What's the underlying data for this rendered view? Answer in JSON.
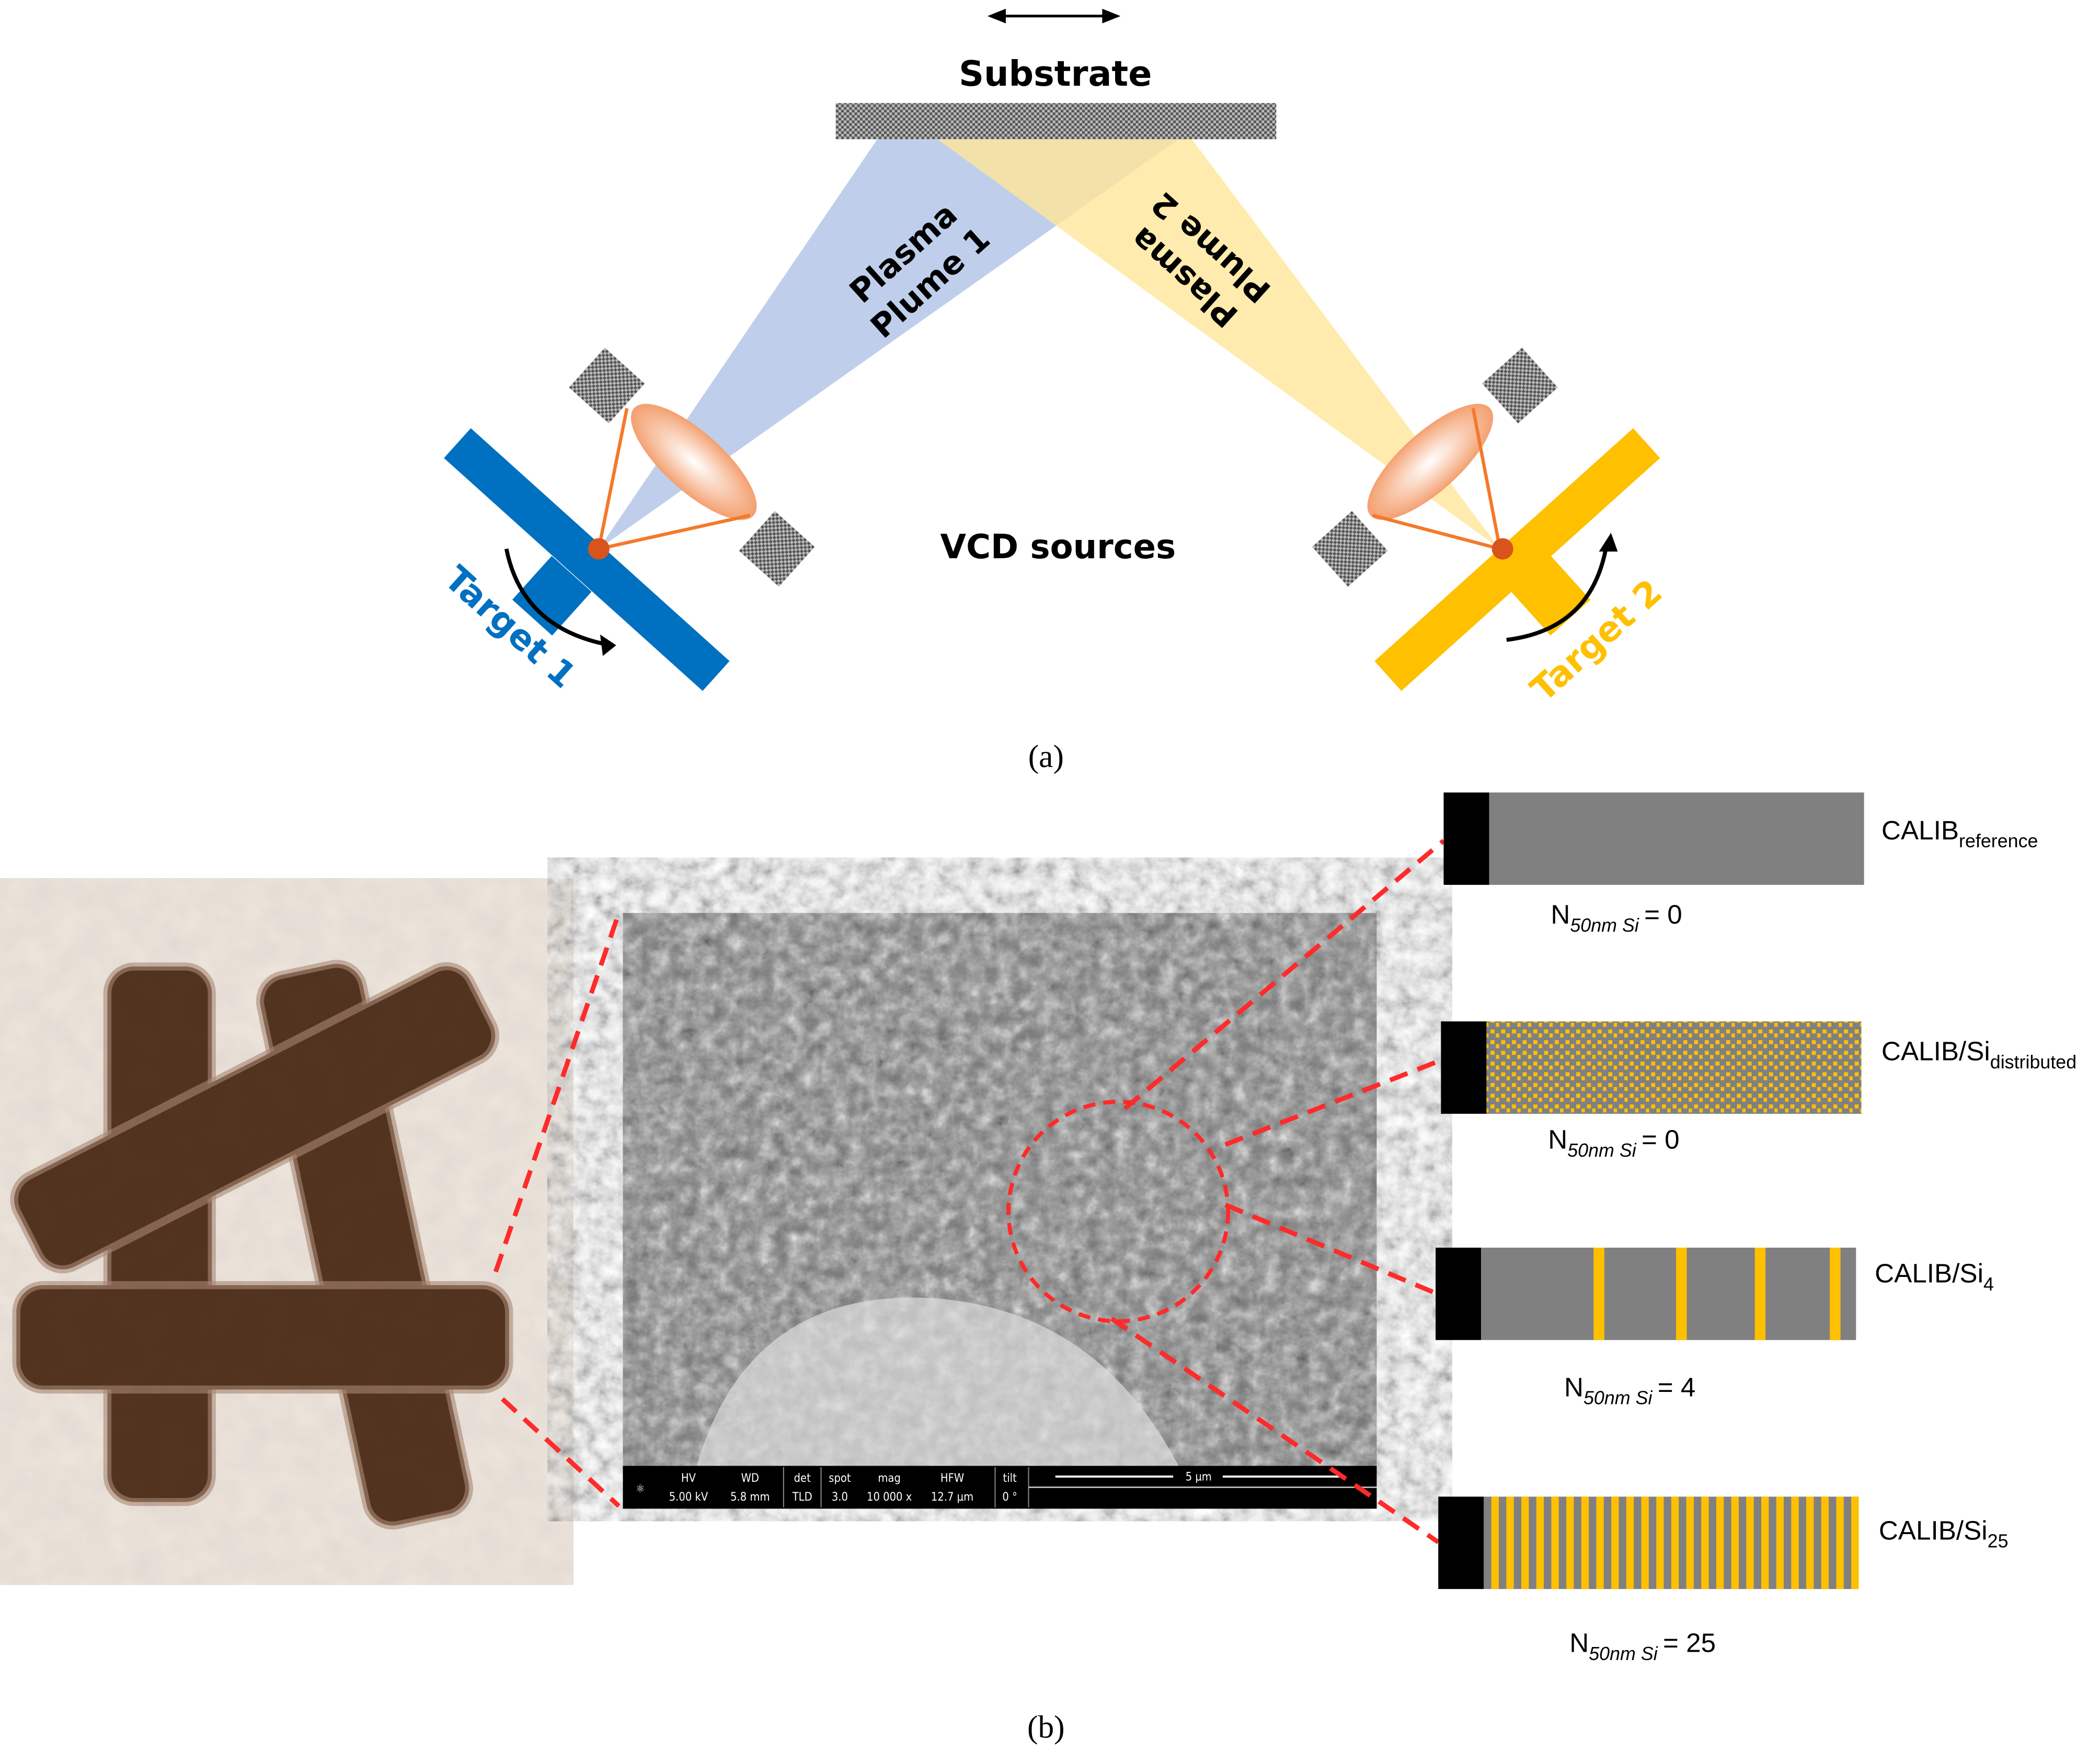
{
  "panel_a": {
    "caption": "(a)",
    "substrate_label": "Substrate",
    "plume1_label": [
      "Plasma",
      "Plume 1"
    ],
    "plume2_label": [
      "Plasma",
      "Plume 2"
    ],
    "sources_label": "VCD sources",
    "target1_label": "Target 1",
    "target2_label": "Target 2",
    "colors": {
      "target1": "#0070c0",
      "target2": "#ffc000",
      "plume1": "#b4c7e7",
      "plume2": "#ffe699",
      "laser": "#f4792a"
    }
  },
  "panel_b": {
    "caption": "(b)",
    "sem_bar": {
      "headers": [
        "HV",
        "WD",
        "det",
        "spot",
        "mag",
        "HFW",
        "tilt"
      ],
      "values": [
        "5.00 kV",
        "5.8 mm",
        "TLD",
        "3.0",
        "10 000 x",
        "12.7 µm",
        "0 °"
      ],
      "scale": "5 µm"
    },
    "samples": [
      {
        "name": "CALIB",
        "sub": "reference",
        "n_label": "N",
        "n_sub": "50nm Si",
        "n_value": "= 0",
        "si_layers": 0,
        "pattern": "none"
      },
      {
        "name": "CALIB/Si",
        "sub": "distributed",
        "n_label": "N",
        "n_sub": "50nm Si",
        "n_value": "= 0",
        "si_layers": 0,
        "pattern": "distributed"
      },
      {
        "name": "CALIB/Si",
        "sub": "4",
        "n_label": "N",
        "n_sub": "50nm Si",
        "n_value": "= 4",
        "si_layers": 4,
        "pattern": "layers"
      },
      {
        "name": "CALIB/Si",
        "sub": "25",
        "n_label": "N",
        "n_sub": "50nm Si",
        "n_value": "= 25",
        "si_layers": 25,
        "pattern": "layers"
      }
    ],
    "colors": {
      "matrix": "#808080",
      "si": "#ffc000",
      "substrate": "#000000",
      "zoom_lines": "#ff0000",
      "fiber": "#4a2e1c"
    }
  }
}
